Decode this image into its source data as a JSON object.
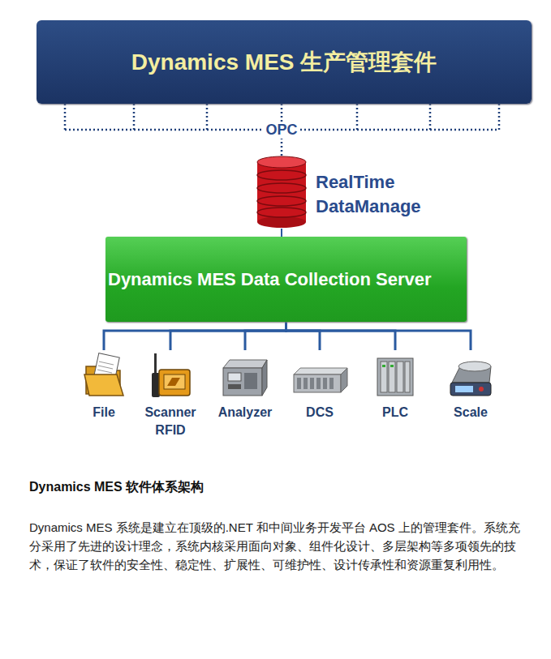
{
  "diagram": {
    "title": "Dynamics MES 软件体系架构",
    "nodes": [
      {
        "text": [
          "Dynamics MES 生产管理套件"
        ]
      },
      {
        "text": [
          "RealTime DataManage"
        ]
      },
      {
        "text": [
          "Dynamics MES Data Collection Server"
        ]
      },
      {
        "text": [
          "File"
        ]
      },
      {
        "text": [
          "Scanner RFID"
        ]
      },
      {
        "text": [
          "Analyzer"
        ]
      },
      {
        "text": [
          "DCS"
        ]
      },
      {
        "text": [
          "PLC"
        ]
      },
      {
        "text": [
          "Scale"
        ]
      }
    ],
    "edges": [
      {
        "from": 0,
        "to": 1,
        "arrow": "none",
        "label": "OPC"
      },
      {
        "from": 1,
        "to": 2,
        "arrow": "none"
      },
      {
        "from": 2,
        "to": 3,
        "arrow": "none"
      },
      {
        "from": 2,
        "to": 4,
        "arrow": "none"
      },
      {
        "from": 2,
        "to": 5,
        "arrow": "none"
      },
      {
        "from": 2,
        "to": 6,
        "arrow": "none"
      },
      {
        "from": 2,
        "to": 7,
        "arrow": "none"
      },
      {
        "from": 2,
        "to": 8,
        "arrow": "none"
      }
    ],
    "labels": [
      "Dynamics MES 系统是建立在顶级的.NET 和中间业务开发平台 AOS 上的管理套件。系统充分采用了先进的设计理念，系统内核采用面向对象、组件化设计、多层架构等多项领先的技术，保证了软件的安全性、稳定性、扩展性、可维护性、设计传承性和资源重复利用性。"
    ]
  }
}
